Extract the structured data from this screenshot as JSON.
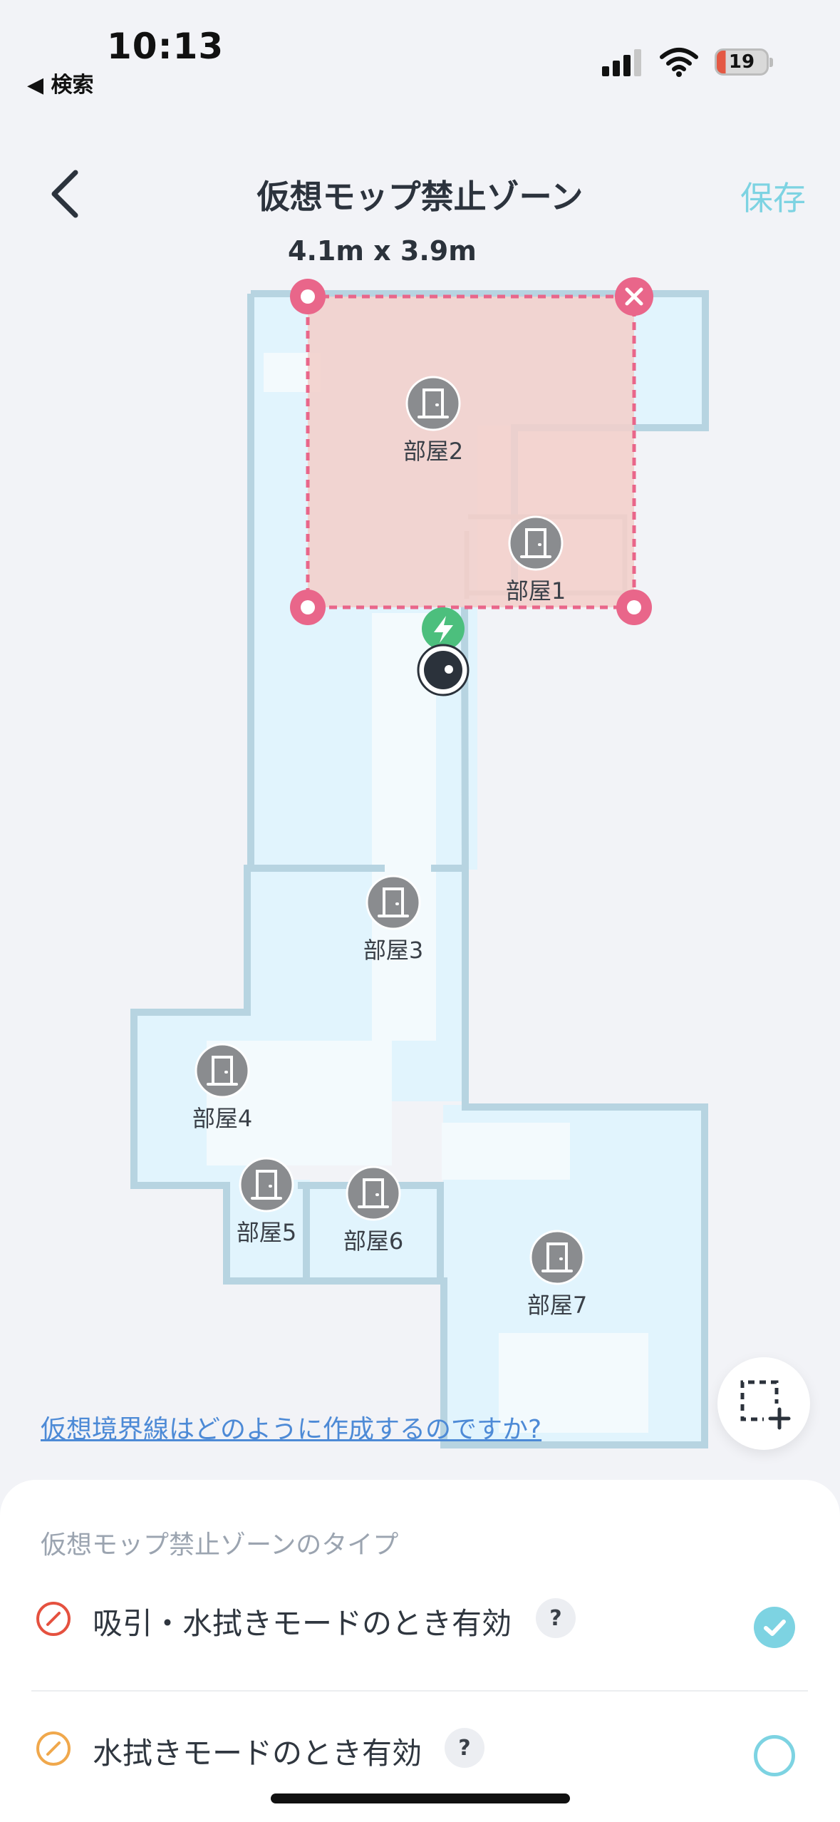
{
  "status_bar": {
    "time": "10:13",
    "back_label": "◀ 検索",
    "battery": "19"
  },
  "header": {
    "title": "仮想モップ禁止ゾーン",
    "save_label": "保存"
  },
  "zone_dimensions": "4.1m x 3.9m",
  "rooms": [
    "部屋2",
    "部屋1",
    "部屋3",
    "部屋4",
    "部屋5",
    "部屋6",
    "部屋7"
  ],
  "help_link": "仮想境界線はどのように作成するのですか?",
  "sheet": {
    "title": "仮想モップ禁止ゾーンのタイプ",
    "options": [
      {
        "label": "吸引・水拭きモードのとき有効",
        "selected": true,
        "icon": "no-entry-red-icon",
        "color": "#e5513f"
      },
      {
        "label": "水拭きモードのとき有効",
        "selected": false,
        "icon": "no-entry-orange-icon",
        "color": "#f0a84c"
      }
    ],
    "help_glyph": "?"
  },
  "colors": {
    "accent": "#7dd3e2",
    "zone": "#e9668a",
    "zone_fill": "#f3cfcb",
    "map_floor": "#e1f4fd",
    "map_wall": "#b7d4e1",
    "dock": "#4cbf7d"
  }
}
